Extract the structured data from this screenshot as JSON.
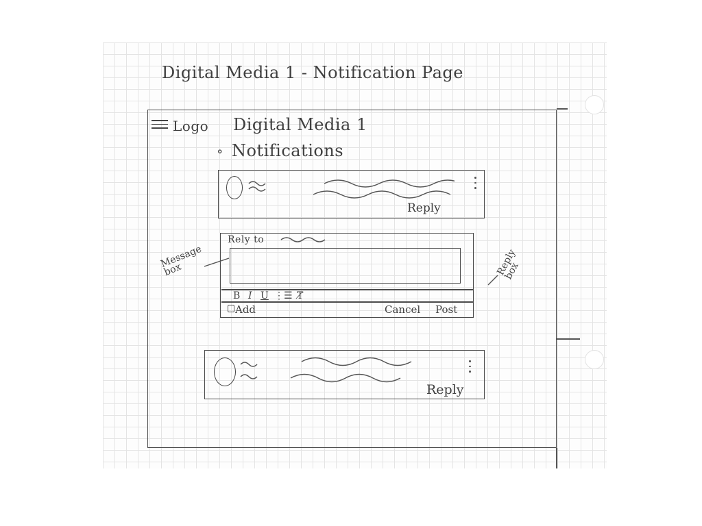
{
  "page": {
    "title": "Digital Media 1 - Notification Page"
  },
  "header": {
    "logo": "Logo",
    "site_title": "Digital Media 1",
    "section_title": "Notifications"
  },
  "notifications": [
    {
      "reply_label": "Reply"
    },
    {
      "reply_label": "Reply"
    }
  ],
  "reply_box": {
    "reply_to_label": "Rely to",
    "formatting": {
      "bold": "B",
      "italic": "I",
      "underline": "U",
      "list": "⋮☰",
      "clear": "T̸"
    },
    "add_label": "Add",
    "cancel_label": "Cancel",
    "post_label": "Post"
  },
  "annotations": {
    "message_box": "Message box",
    "reply_box": "Reply box"
  }
}
